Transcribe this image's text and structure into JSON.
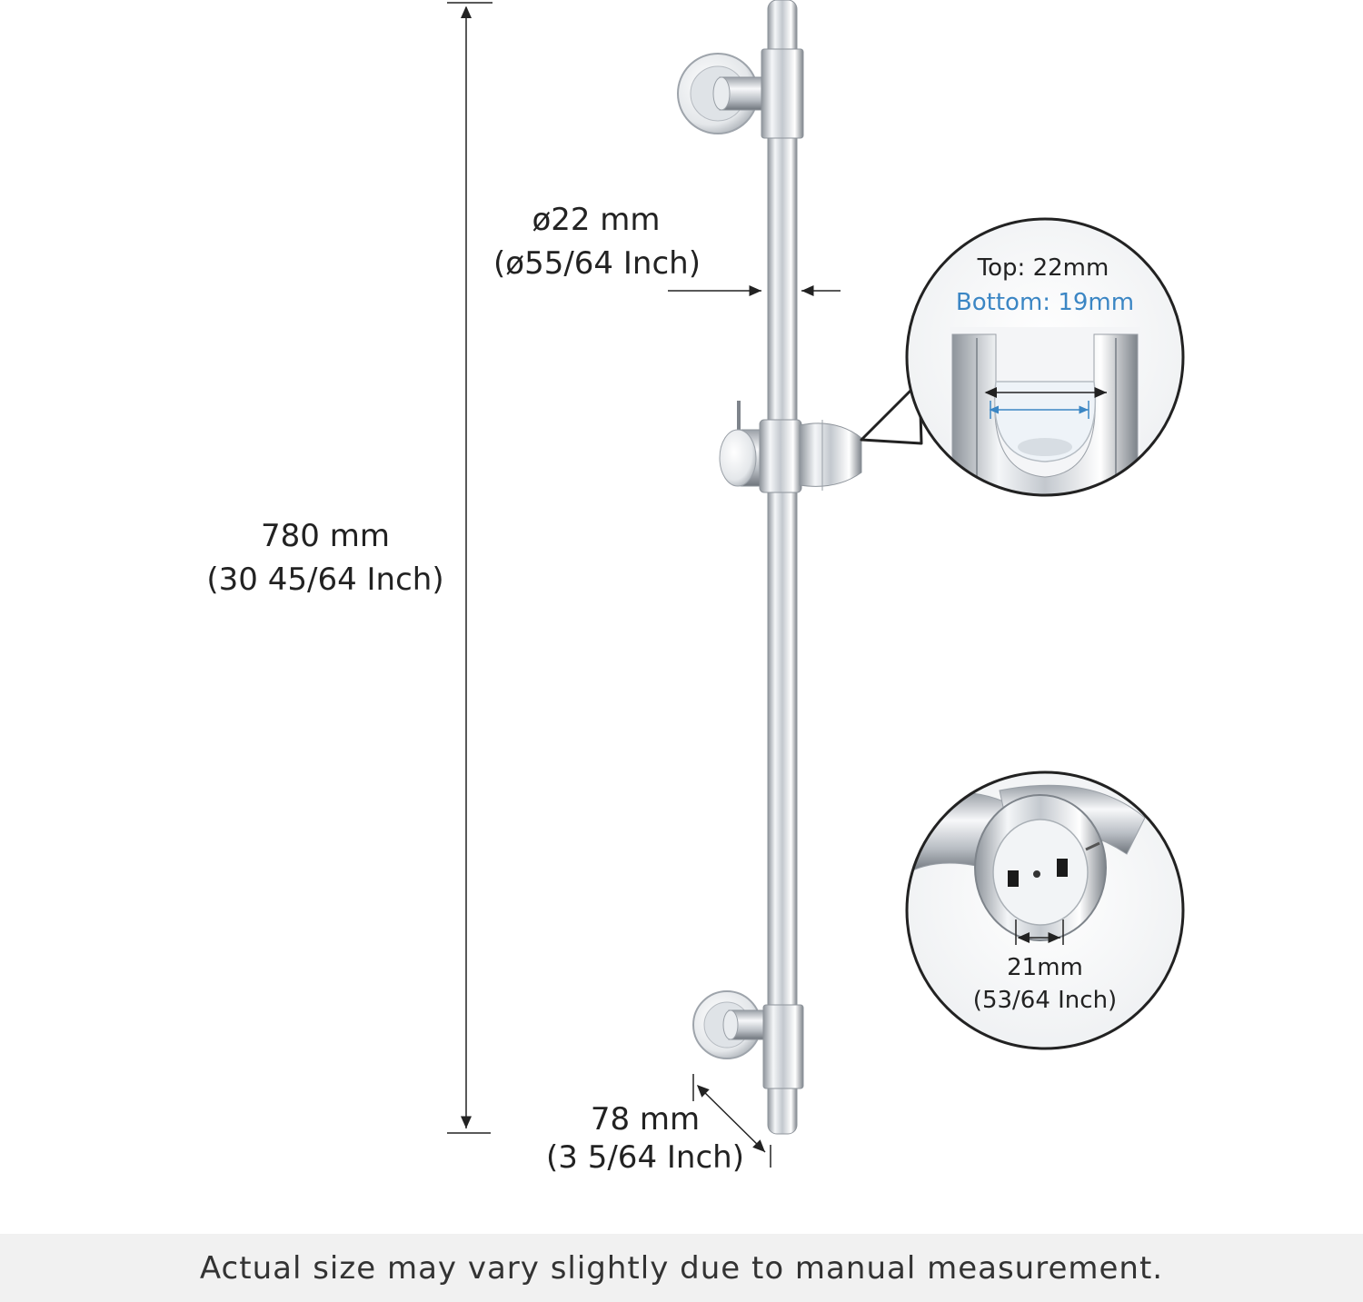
{
  "dimensions": {
    "diameter": {
      "metric": "ø22 mm",
      "imperial": "(ø55/64 Inch)"
    },
    "length": {
      "metric": "780 mm",
      "imperial": "(30 45/64 Inch)"
    },
    "offset": {
      "metric": "78 mm",
      "imperial": "(3 5/64 Inch)"
    }
  },
  "holder_detail": {
    "top": "Top: 22mm",
    "bottom": "Bottom: 19mm"
  },
  "bracket_detail": {
    "metric": "21mm",
    "imperial": "(53/64 Inch)"
  },
  "footer_note": "Actual size may vary slightly due to manual measurement.",
  "colors": {
    "accent_blue": "#3b86c4",
    "chrome": "#c9cdd2",
    "text": "#222222"
  }
}
